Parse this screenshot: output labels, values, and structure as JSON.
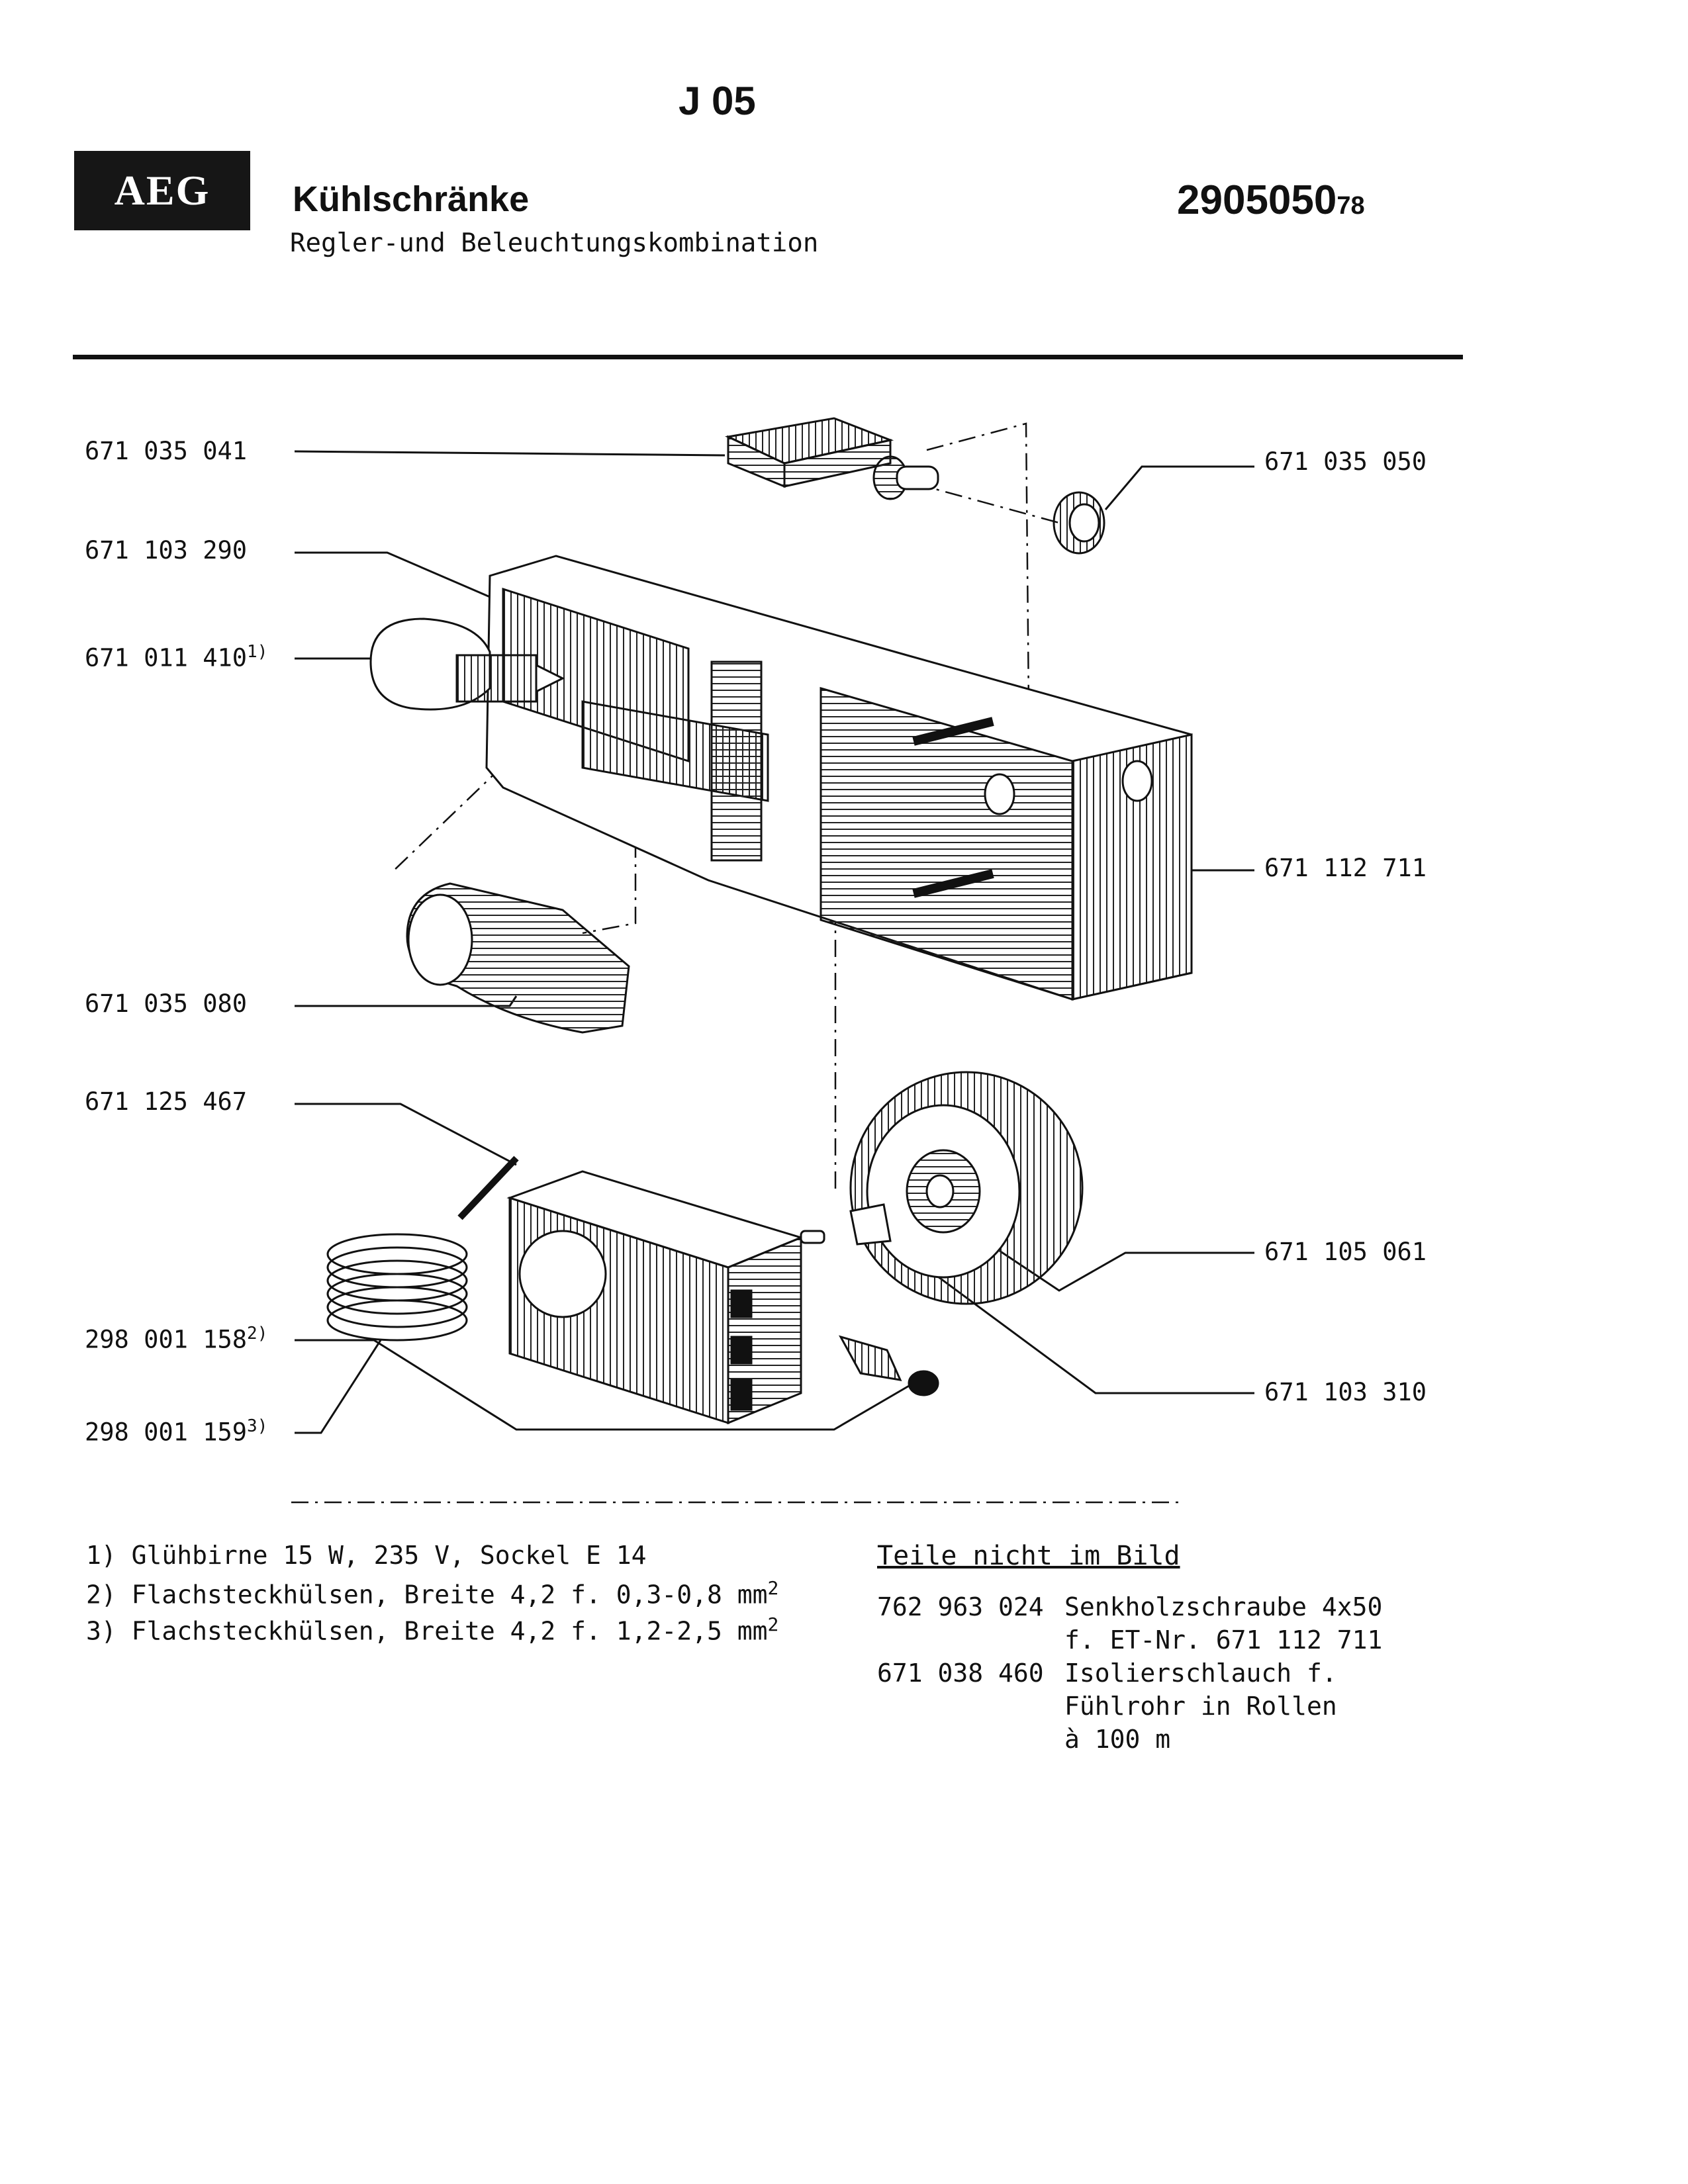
{
  "header": {
    "page_code": "J 05",
    "brand": "AEG",
    "category": "Kühlschränke",
    "subtitle": "Regler-und Beleuchtungskombination",
    "doc_number": "290505078",
    "doc_number_main": "2905050",
    "doc_number_suffix": "78"
  },
  "parts_left": [
    {
      "number": "671 035 041",
      "note": ""
    },
    {
      "number": "671 103 290",
      "note": ""
    },
    {
      "number": "671 011 410",
      "note": "1)"
    },
    {
      "number": "671 035 080",
      "note": ""
    },
    {
      "number": "671 125 467",
      "note": ""
    },
    {
      "number": "298 001 158",
      "note": "2)"
    },
    {
      "number": "298 001 159",
      "note": "3)"
    }
  ],
  "parts_right": [
    {
      "number": "671 035 050"
    },
    {
      "number": "671 112 711"
    },
    {
      "number": "671 105 061"
    },
    {
      "number": "671 103 310"
    }
  ],
  "footnotes": [
    {
      "text": "1) Glühbirne 15 W, 235 V, Sockel E 14",
      "sup": ""
    },
    {
      "text": "2) Flachsteckhülsen, Breite 4,2 f. 0,3-0,8 mm",
      "sup": "2"
    },
    {
      "text": "3) Flachsteckhülsen, Breite 4,2 f. 1,2-2,5 mm",
      "sup": "2"
    }
  ],
  "not_shown": {
    "title": "Teile nicht im Bild",
    "items": [
      {
        "number": "762 963 024",
        "lines": [
          "Senkholzschraube 4x50",
          "f. ET-Nr. 671 112 711"
        ]
      },
      {
        "number": "671 038 460",
        "lines": [
          "Isolierschlauch f.",
          "Fühlrohr in Rollen",
          "à 100 m"
        ]
      }
    ]
  }
}
